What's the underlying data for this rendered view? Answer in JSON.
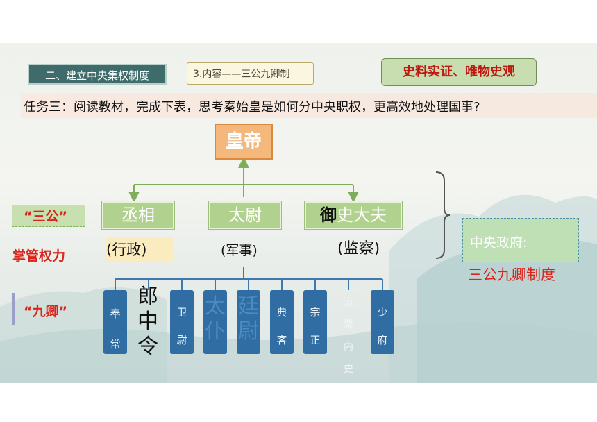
{
  "section_title": "二、建立中央集权制度",
  "sub_title": "3.内容——三公九卿制",
  "tag": "史料实证、唯物史观",
  "task": "任务三：阅读教材，完成下表，思考秦始皇是如何分中央职权，更高效地处理国事?",
  "emperor": "皇帝",
  "labels": {
    "three_dukes": "“三公”",
    "powers": "掌管权力",
    "nine_ministers": "“九卿”"
  },
  "three_dukes": [
    {
      "name": "丞相",
      "duty": "(行政)"
    },
    {
      "name": "太尉",
      "duty": "(军事)"
    },
    {
      "name_bold": "御",
      "name_rest": "史大夫",
      "duty": "(监察)"
    }
  ],
  "nine_ministers": [
    "奉常",
    "郎中令",
    "卫尉",
    "太仆",
    "廷尉",
    "典客",
    "宗正",
    "治粟内史",
    "少府"
  ],
  "central_gov": {
    "label": "中央政府:",
    "system": "三公九卿制度"
  },
  "colors": {
    "accent_red": "#d9251c",
    "emperor_orange": "#f4b87c",
    "duke_green": "#b1d28e",
    "minister_blue": "#2f6da2",
    "connector_green": "#7fae5b",
    "connector_blue": "#3e78ad"
  }
}
